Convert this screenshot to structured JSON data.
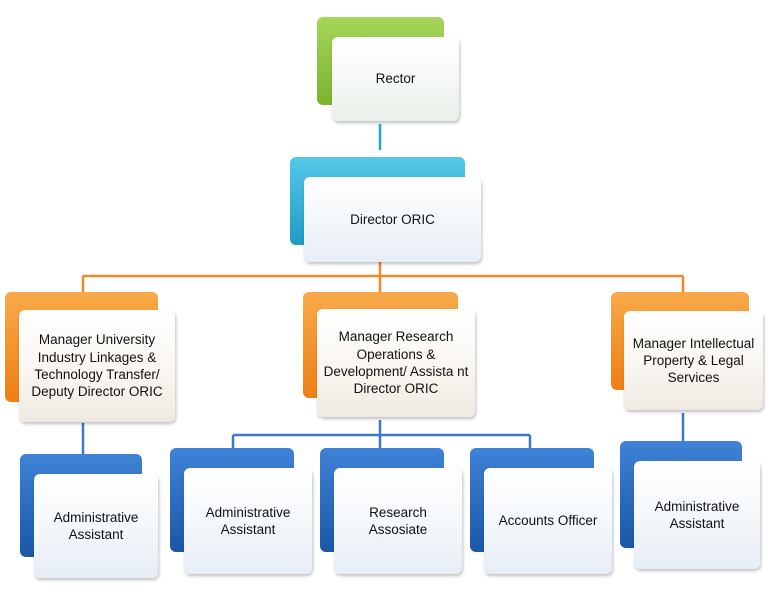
{
  "colors": {
    "level1": "#7cb32d",
    "level2": "#1f9bc7",
    "level3": "#ee7f14",
    "level4": "#1b56a8",
    "connector_top": "#2aa1cf",
    "connector_mid": "#ee8a2a",
    "connector_low": "#3b78c8"
  },
  "rector": {
    "label": "Rector"
  },
  "director": {
    "label": "Director  ORIC"
  },
  "managers": [
    {
      "label": "Manager University\nIndustry Linkages &\nTechnology Transfer/\nDeputy Director ORIC"
    },
    {
      "label": "Manager Research\nOperations &\nDevelopment/ Assista nt\nDirector ORIC"
    },
    {
      "label": "Manager Intellectual\nProperty & Legal\nServices"
    }
  ],
  "staff": [
    {
      "label": "Administrative\nAssistant"
    },
    {
      "label": "Administrative\nAssistant"
    },
    {
      "label": "Research Assosiate"
    },
    {
      "label": "Accounts Officer"
    },
    {
      "label": "Administrative\nAssistant"
    }
  ]
}
